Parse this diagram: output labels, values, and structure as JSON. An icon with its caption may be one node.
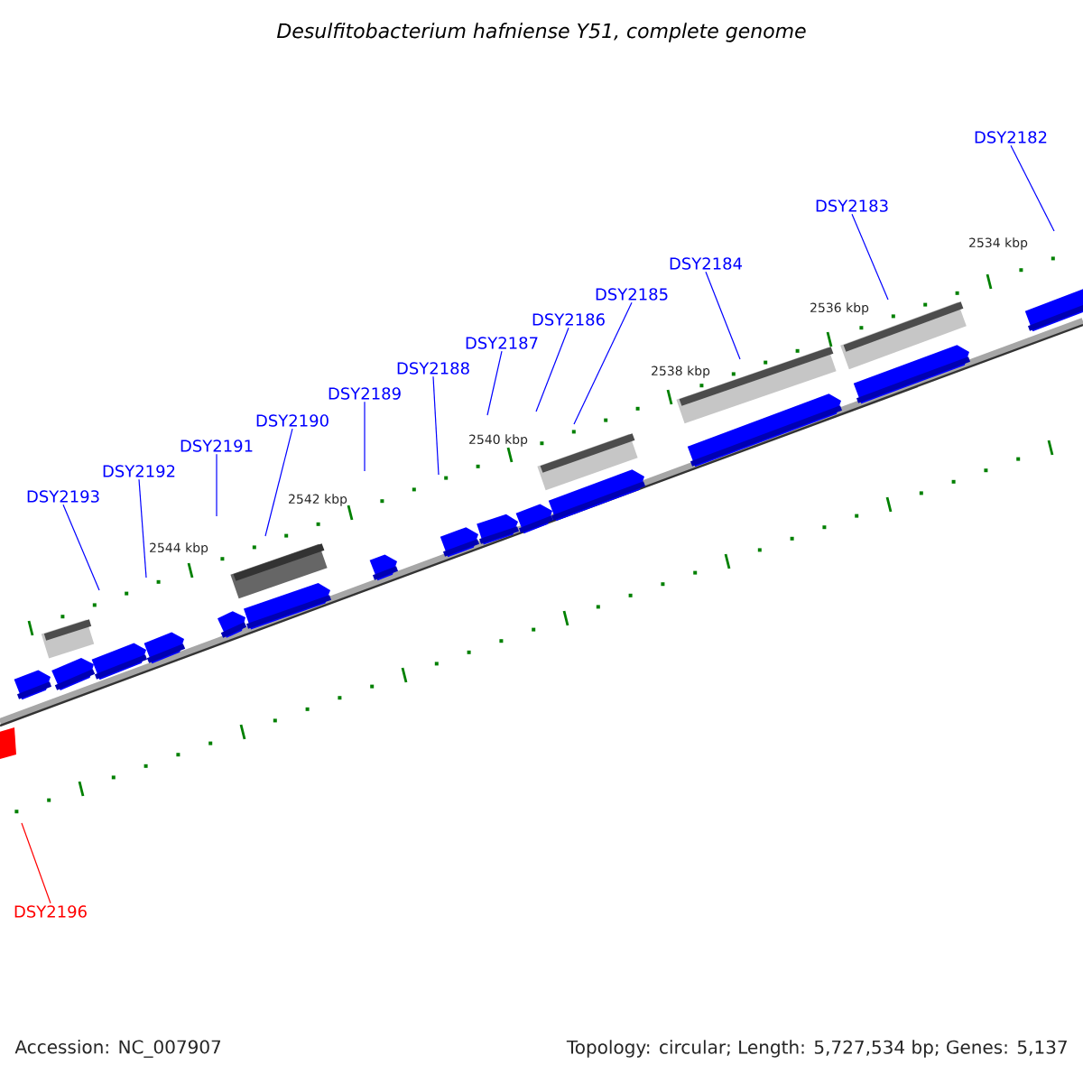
{
  "diagram": {
    "title": "Desulfitobacterium hafniense Y51, complete genome",
    "nodes": [
      {
        "text": [
          "DSY2193"
        ]
      },
      {
        "text": [
          "DSY2192"
        ]
      },
      {
        "text": [
          "DSY2191"
        ]
      },
      {
        "text": [
          "DSY2190"
        ]
      },
      {
        "text": [
          "DSY2189"
        ]
      },
      {
        "text": [
          "DSY2188"
        ]
      },
      {
        "text": [
          "DSY2187"
        ]
      },
      {
        "text": [
          "DSY2186"
        ]
      },
      {
        "text": [
          "DSY2185"
        ]
      },
      {
        "text": [
          "DSY2184"
        ]
      },
      {
        "text": [
          "DSY2183"
        ]
      },
      {
        "text": [
          "DSY2182"
        ]
      },
      {
        "text": [
          "DSY2196"
        ]
      }
    ],
    "edges": [
      {
        "from": 0,
        "to": null,
        "arrow": "none"
      },
      {
        "from": 1,
        "to": null,
        "arrow": "none"
      },
      {
        "from": 2,
        "to": null,
        "arrow": "none"
      },
      {
        "from": 3,
        "to": null,
        "arrow": "none"
      },
      {
        "from": 4,
        "to": null,
        "arrow": "none"
      },
      {
        "from": 5,
        "to": null,
        "arrow": "none"
      },
      {
        "from": 6,
        "to": null,
        "arrow": "none"
      },
      {
        "from": 7,
        "to": null,
        "arrow": "none"
      },
      {
        "from": 8,
        "to": null,
        "arrow": "none"
      },
      {
        "from": 9,
        "to": null,
        "arrow": "none"
      },
      {
        "from": 10,
        "to": null,
        "arrow": "none"
      },
      {
        "from": 11,
        "to": null,
        "arrow": "none"
      },
      {
        "from": 12,
        "to": null,
        "arrow": "none",
        "color": "#ff0000"
      }
    ],
    "labels": [
      "2534 kbp",
      "2536 kbp",
      "2538 kbp",
      "2540 kbp",
      "2542 kbp",
      "2544 kbp",
      "Accession: NC_007907",
      "Topology: circular; Length: 5,727,534 bp; Genes: 5,137"
    ]
  }
}
